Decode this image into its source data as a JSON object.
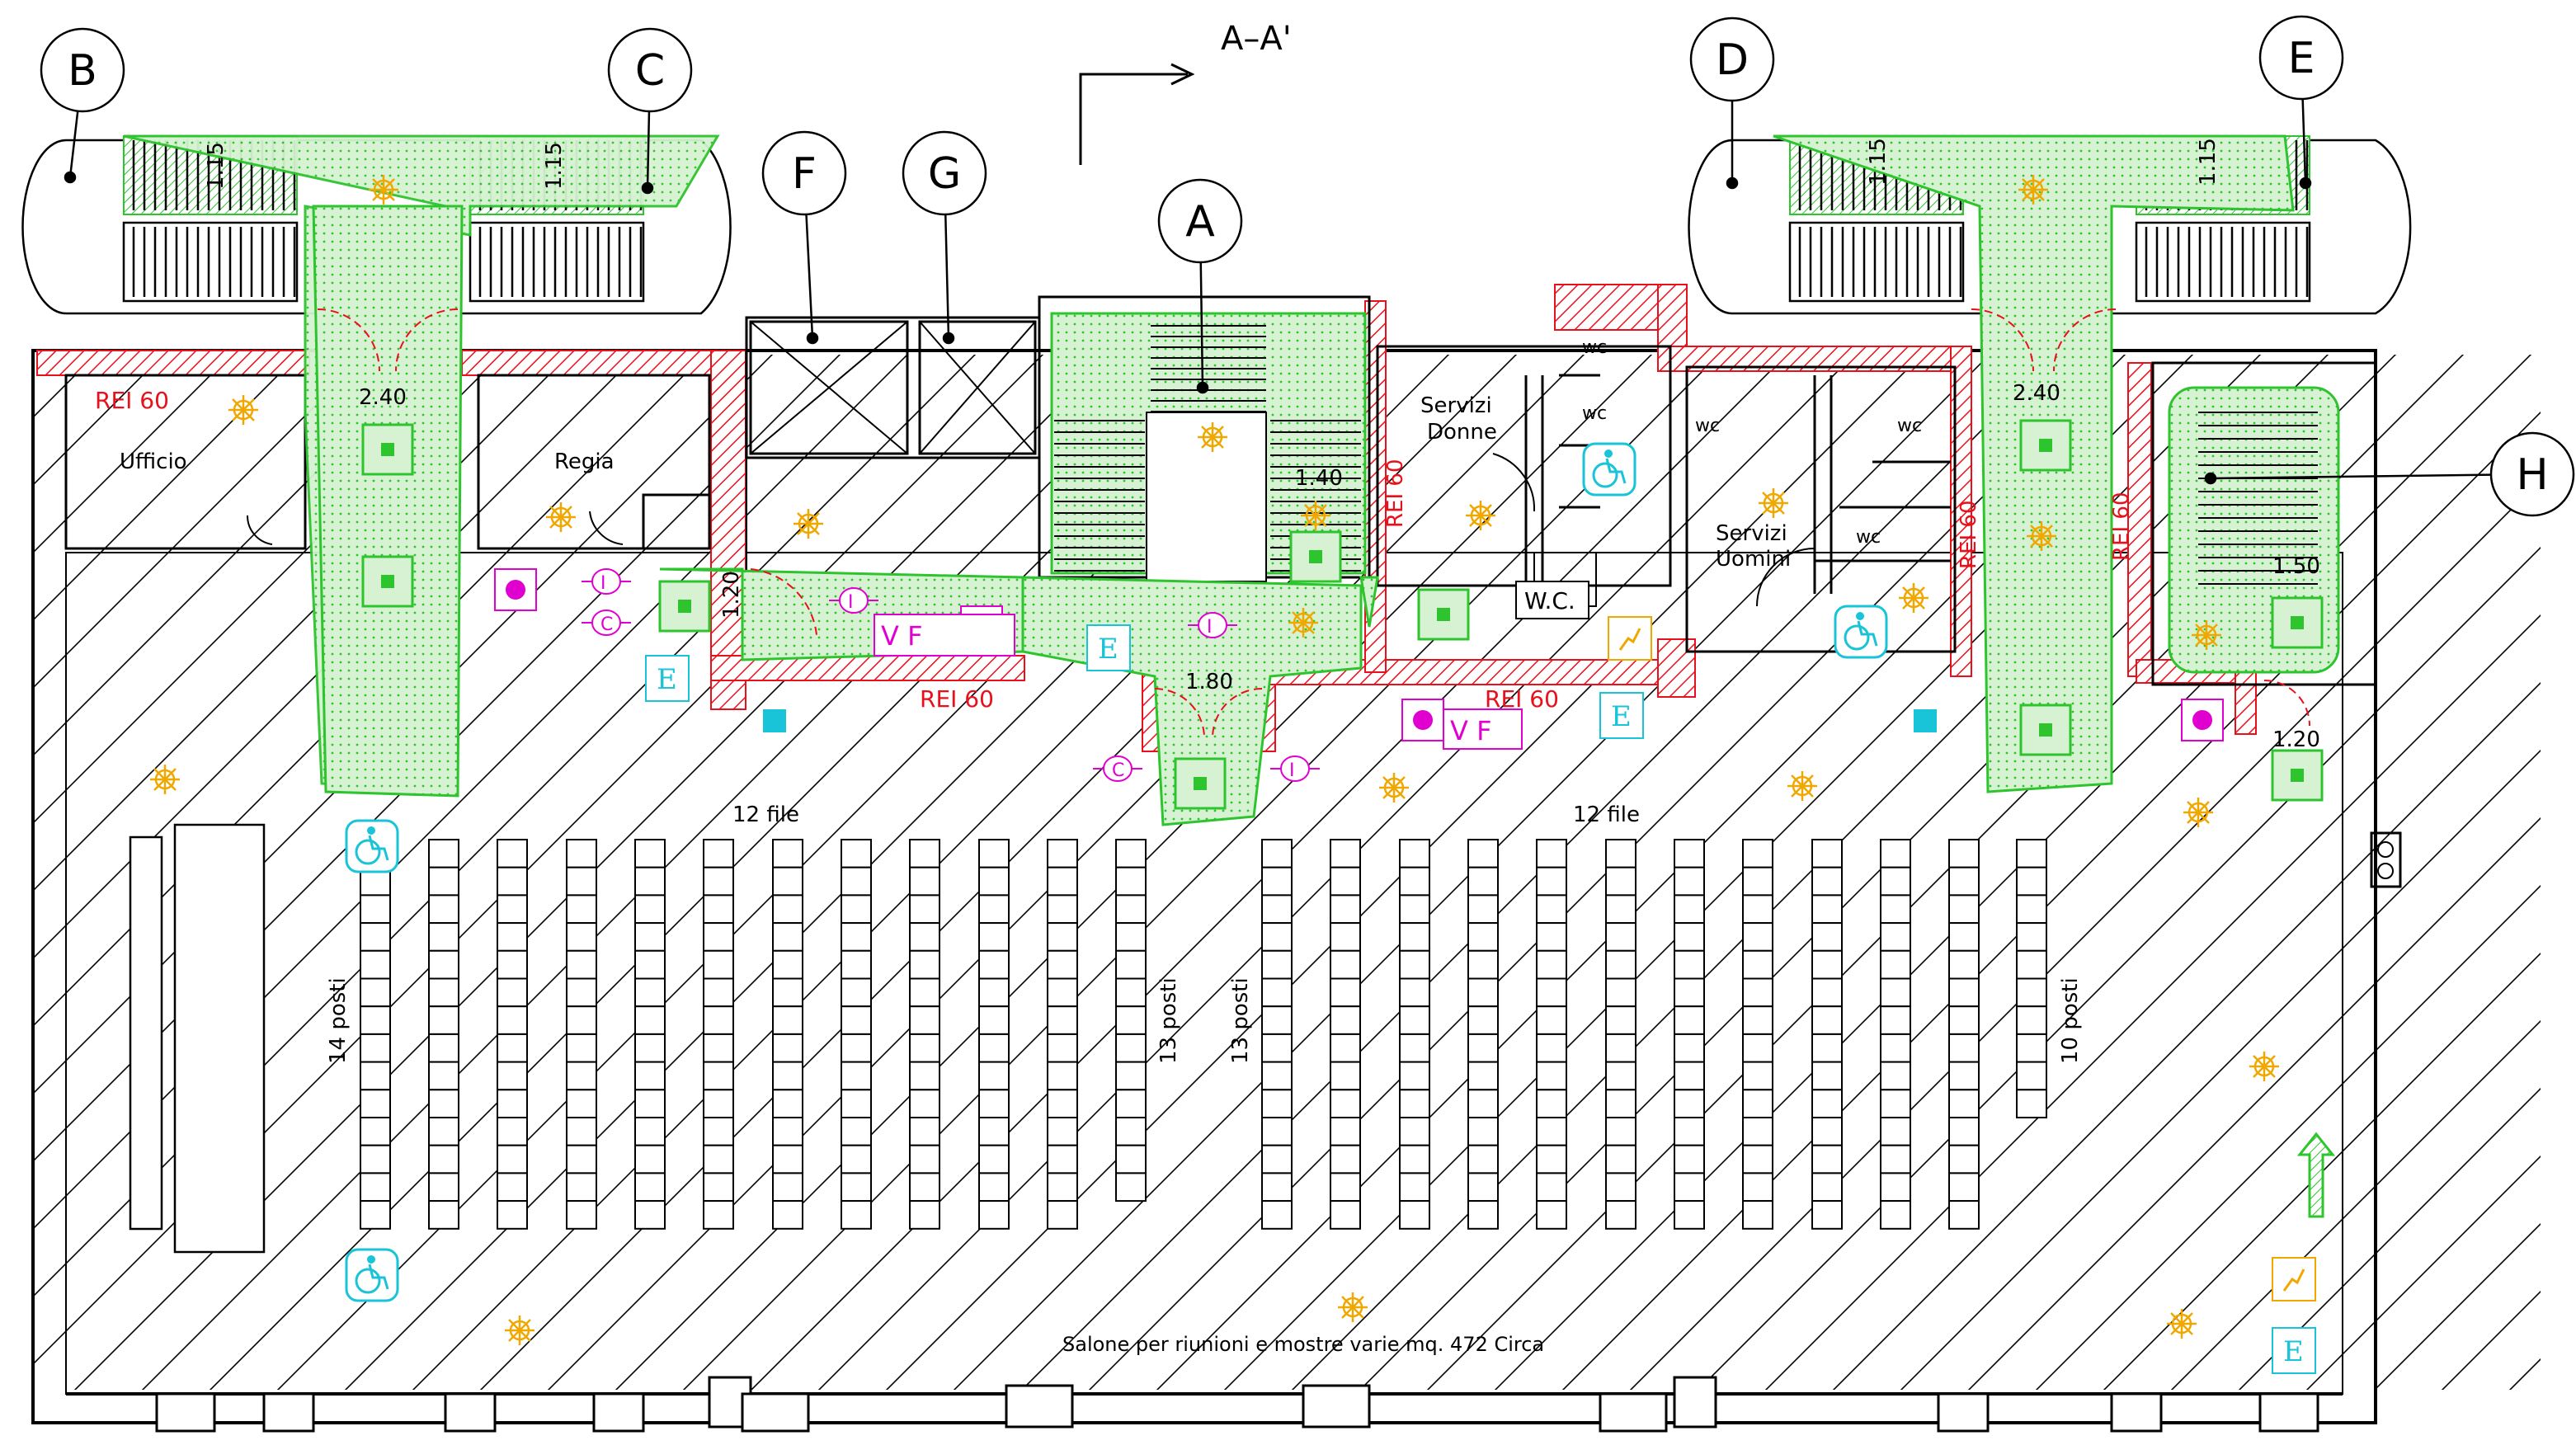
{
  "section_marker": "A–A'",
  "grid_markers": [
    "A",
    "B",
    "C",
    "D",
    "E",
    "F",
    "G",
    "H"
  ],
  "rooms": {
    "ufficio": "Ufficio",
    "regia": "Regia",
    "servizi_donne_1": "Servizi",
    "servizi_donne_2": "Donne",
    "servizi_uomini_1": "Servizi",
    "servizi_uomini_2": "Uomini",
    "wc_small": "wc",
    "wc_sign": "W.C.",
    "salone": "Salone per riunioni e mostre varie mq. 472 Circa"
  },
  "fire_ratings": {
    "rei60": "REI 60"
  },
  "dimensions": {
    "stair_115": "1.15",
    "corridor_240": "2.40",
    "door_120": "1.20",
    "stair_140": "1.40",
    "door_180": "1.80",
    "stair_150": "1.50"
  },
  "seating": {
    "rows_label": "12 file",
    "left_posti": "14 posti",
    "mid_left_posti": "13 posti",
    "mid_right_posti": "13 posti",
    "right_posti": "10 posti"
  },
  "symbols": {
    "vf": "V F",
    "extinguisher_i": "I",
    "extinguisher_c": "C",
    "emergency_e": "E"
  },
  "colors": {
    "wall": "#000000",
    "fire_wall": "#e8101a",
    "escape_route": "#2ec42e",
    "escape_fill": "#cdeec9",
    "lamp": "#f0a800",
    "fire_equipment": "#e000d0",
    "accessibility": "#19c3d8"
  }
}
